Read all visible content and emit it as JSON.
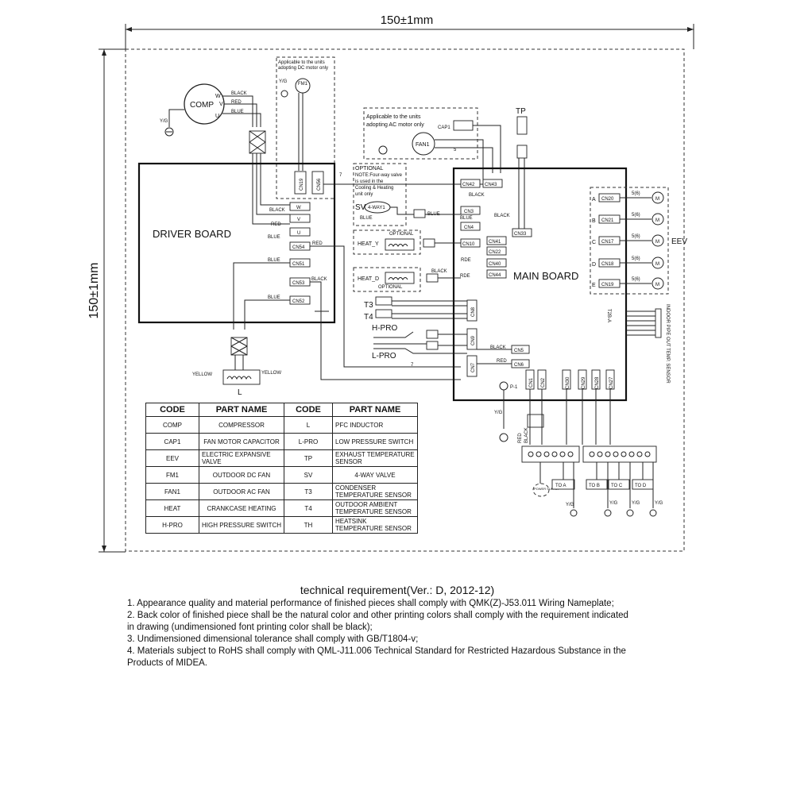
{
  "dimensions": {
    "width_label": "150±1mm",
    "height_label": "150±1mm"
  },
  "compressor": {
    "label": "COMP",
    "terminals": [
      "W",
      "V",
      "U"
    ],
    "wires": [
      "BLACK",
      "RED",
      "BLUE"
    ],
    "ground": "Y/G"
  },
  "dc_motor_note": {
    "line1": "Applicable to the units",
    "line2": "adopting DC  motor only",
    "motor": "FM1",
    "ground": "Y/G"
  },
  "ac_motor_note": {
    "line1": "Applicable to the units",
    "line2": "adopting AC  motor only",
    "motor": "FAN1",
    "cap": "CAP1",
    "wire_count": "5"
  },
  "optional_sv": {
    "title": "OPTIONAL",
    "note1": "NOTE:Four-way valve",
    "note2": "is used in the",
    "note3": "Cooling  & Heating",
    "note4": "unit only",
    "sv": "SV",
    "valve": "4-WAY1",
    "wire1": "BLUE",
    "wire2": "BLUE"
  },
  "driver_board": {
    "label": "DRIVER BOARD",
    "terminals": [
      "W",
      "V",
      "U"
    ],
    "terminal_wires": [
      "BLACK",
      "RED",
      "BLUE"
    ],
    "connectors": [
      "CN19",
      "CN56",
      "CN54",
      "CN51",
      "CN53",
      "CN52"
    ],
    "connector_wires": [
      "RED",
      "BLUE",
      "BLACK",
      "BLUE"
    ],
    "wire_count": "7"
  },
  "heaters": {
    "heat_y": "HEAT_Y",
    "heat_d": "HEAT_D",
    "optional": "OPTIONAL",
    "wire_black": "BLACK",
    "wire_rde": "RDE"
  },
  "pfc": {
    "label": "L",
    "wire_left": "YELLOW",
    "wire_right": "YELLOW"
  },
  "sensors": {
    "tp": "TP",
    "t3": "T3",
    "t4": "T4",
    "hpro": "H-PRO",
    "lpro": "L-PRO",
    "count7": "7"
  },
  "main_board": {
    "label": "MAIN  BOARD",
    "connectors": [
      "CN42",
      "CN43",
      "CN3",
      "CN4",
      "CN10",
      "CN41",
      "CN22",
      "CN40",
      "CN44",
      "CN33",
      "CN8",
      "CN9",
      "CN7",
      "CN5",
      "CN6",
      "CN1",
      "CN2",
      "CN30",
      "CN29",
      "CN28",
      "CN27"
    ],
    "wires": {
      "cn42": "BLACK",
      "cn3": "BLUE",
      "cn4": "BLACK",
      "cn5": "BLACK",
      "cn6": "RED",
      "cn10": "RDE",
      "cn40": "RDE"
    },
    "p1": "P-1",
    "ground": "Y/G"
  },
  "eev": {
    "label": "EEV",
    "rows": [
      {
        "letter": "A",
        "cn": "CN20",
        "count": "5(6)"
      },
      {
        "letter": "B",
        "cn": "CN21",
        "count": "5(6)"
      },
      {
        "letter": "C",
        "cn": "CN17",
        "count": "5(6)"
      },
      {
        "letter": "D",
        "cn": "CN18",
        "count": "5(6)"
      },
      {
        "letter": "E",
        "cn": "CN19",
        "count": "5(6)"
      }
    ],
    "motor": "M"
  },
  "pipe_sensors": {
    "left": "T2B-A",
    "right": "INDOOR PIPE OUT TEMP. SENSOR"
  },
  "terminals": {
    "power_wires": [
      "RED",
      "BLACK"
    ],
    "power_supply": "POWER SUPPLY",
    "to_labels": [
      "TO  A",
      "TO  B",
      "TO  C",
      "TO  D"
    ],
    "ground": "Y/G"
  },
  "code_table": {
    "headers": [
      "CODE",
      "PART NAME",
      "CODE",
      "PART NAME"
    ],
    "rows": [
      [
        "COMP",
        "COMPRESSOR",
        "L",
        "PFC INDUCTOR"
      ],
      [
        "CAP1",
        "FAN MOTOR CAPACITOR",
        "L-PRO",
        "LOW PRESSURE SWITCH"
      ],
      [
        "EEV",
        "ELECTRIC EXPANSIVE VALVE",
        "TP",
        "EXHAUST TEMPERATURE SENSOR"
      ],
      [
        "FM1",
        "OUTDOOR DC  FAN",
        "SV",
        "4-WAY VALVE"
      ],
      [
        "FAN1",
        "OUTDOOR AC FAN",
        "T3",
        "CONDENSER TEMPERATURE SENSOR"
      ],
      [
        "HEAT",
        "CRANKCASE HEATING",
        "T4",
        "OUTDOOR AMBIENT TEMPERATURE SENSOR"
      ],
      [
        "H-PRO",
        "HIGH PRESSURE SWITCH",
        "TH",
        "HEATSINK TEMPERATURE SENSOR"
      ]
    ]
  },
  "requirements": {
    "title": "technical requirement(Ver.: D, 2012-12)",
    "lines": [
      "1. Appearance quality and material performance of finished pieces shall comply with QMK(Z)-J53.011 Wiring Nameplate;",
      "2.  Back color of finished piece shall be the natural color and other printing colors shall comply with the requirement indicated",
      "in drawing (undimensioned font printing color shall be black);",
      "3.  Undimensioned dimensional tolerance shall comply with GB/T1804-v;",
      "4. Materials subject to RoHS shall comply with QML-J11.006 Technical Standard for Restricted Hazardous Substance in the",
      "Products of MIDEA."
    ]
  }
}
